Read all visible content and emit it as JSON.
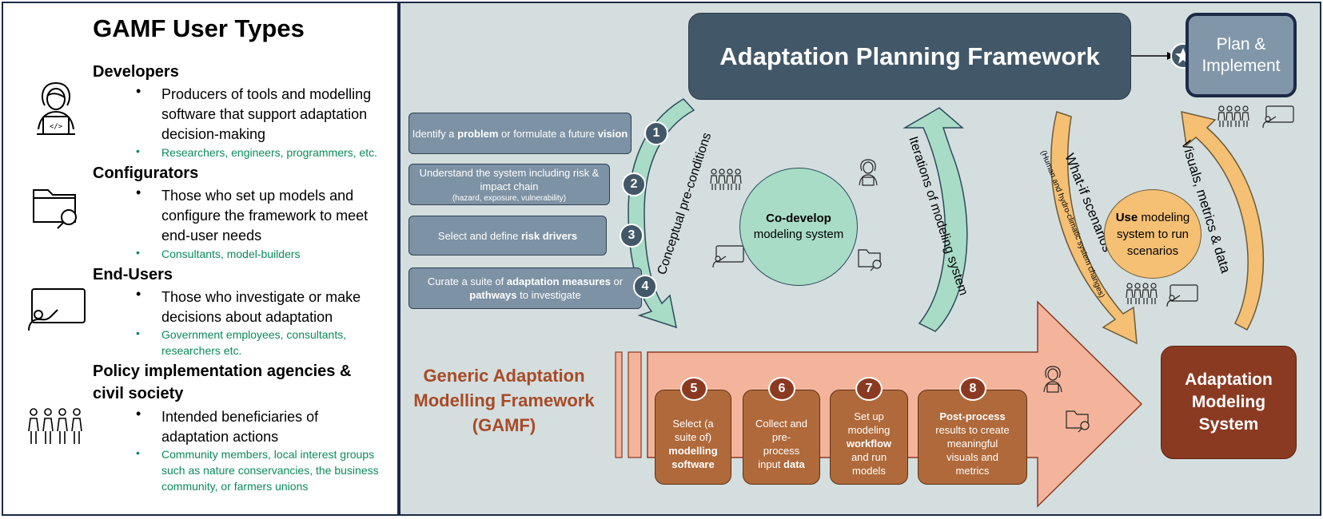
{
  "left_panel": {
    "title": "GAMF User Types",
    "user_types": [
      {
        "heading": "Developers",
        "icon": "developer-icon",
        "description": "Producers of tools and modelling software that support adaptation decision-making",
        "examples": "Researchers, engineers, programmers, etc."
      },
      {
        "heading": "Configurators",
        "icon": "folder-search-icon",
        "description": "Those who set up models and configure the framework to meet end-user needs",
        "examples": "Consultants, model-builders"
      },
      {
        "heading": "End-Users",
        "icon": "presenter-icon",
        "description": "Those who investigate or make decisions about adaptation",
        "examples": "Government employees, consultants, researchers etc."
      },
      {
        "heading": "Policy implementation agencies & civil society",
        "icon": "community-icon",
        "description": "Intended beneficiaries of adaptation actions",
        "examples": "Community members, local interest groups such as nature conservancies, the business community, or farmers unions"
      }
    ]
  },
  "preconditions": {
    "arc_label": "Conceptual pre-conditions",
    "items": [
      {
        "number": "1",
        "pre": "Identify a ",
        "bold1": "problem",
        "mid": " or formulate a future ",
        "bold2": "vision",
        "post": "",
        "sub": ""
      },
      {
        "number": "2",
        "pre": "Understand the system including risk & impact chain",
        "bold1": "",
        "mid": "",
        "bold2": "",
        "post": "",
        "sub": "(hazard, exposure, vulnerability)"
      },
      {
        "number": "3",
        "pre": "Select and define ",
        "bold1": "risk drivers",
        "mid": "",
        "bold2": "",
        "post": "",
        "sub": ""
      },
      {
        "number": "4",
        "pre": "Curate a suite of ",
        "bold1": "adaptation measures",
        "mid": " or ",
        "bold2": "pathways",
        "post": " to investigate",
        "sub": ""
      }
    ]
  },
  "framework": {
    "title": "Adaptation Planning Framework",
    "plan_implement": "Plan & Implement",
    "codevelop_bold": "Co-develop",
    "codevelop_rest": "modeling system",
    "iterations_label": "Iterations of modeling system",
    "whatif_label": "What-if scenarios",
    "whatif_sub": "(Human and hydro-climatic system changes)",
    "visuals_label": "Visuals, metrics & data",
    "use_bold": "Use",
    "use_rest": " modeling system to run scenarios",
    "ams_title": "Adaptation Modeling System",
    "gamf_title": "Generic Adaptation Modelling Framework (GAMF)"
  },
  "steps": [
    {
      "number": "5",
      "lines": [
        {
          "t": "Select (a",
          "b": false
        },
        {
          "t": "suite of)",
          "b": false
        },
        {
          "t": "modelling",
          "b": true
        },
        {
          "t": "software",
          "b": true
        }
      ]
    },
    {
      "number": "6",
      "lines": [
        {
          "t": "Collect and",
          "b": false
        },
        {
          "t": "pre-",
          "b": false
        },
        {
          "t": "process",
          "b": false
        },
        {
          "t": "input ",
          "b": false,
          "tail": "data"
        }
      ]
    },
    {
      "number": "7",
      "lines": [
        {
          "t": "Set up",
          "b": false
        },
        {
          "t": "modeling",
          "b": false
        },
        {
          "t": "workflow",
          "b": true
        },
        {
          "t": "and run",
          "b": false
        },
        {
          "t": "models",
          "b": false
        }
      ]
    },
    {
      "number": "8",
      "lines": [
        {
          "t": "Post-process",
          "b": true
        },
        {
          "t": "results to create",
          "b": false
        },
        {
          "t": "meaningful",
          "b": false
        },
        {
          "t": "visuals and",
          "b": false
        },
        {
          "t": "metrics",
          "b": false
        }
      ]
    }
  ],
  "colors": {
    "navy": "#425869",
    "slate": "#7d92a4",
    "mint": "#a9dcc7",
    "peach": "#f4b49c",
    "brown": "#b0693a",
    "darkred": "#8b3a22",
    "amber": "#f5c073",
    "green_text": "#0b8a5a"
  }
}
